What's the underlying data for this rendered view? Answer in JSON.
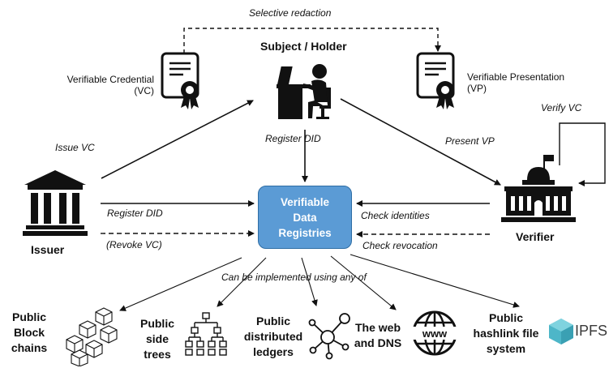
{
  "roles": {
    "holder": "Subject / Holder",
    "issuer": "Issuer",
    "verifier": "Verifier"
  },
  "credentials": {
    "vc_label": [
      "Verifiable Credential",
      "(VC)"
    ],
    "vp_label": [
      "Verifiable Presentation",
      "(VP)"
    ]
  },
  "actions": {
    "selective_redaction": "Selective redaction",
    "issue_vc": "Issue VC",
    "register_did_holder": "Register DID",
    "present_vp": "Present VP",
    "verify_vc": "Verify VC",
    "register_did_issuer": "Register DID",
    "revoke_vc": "(Revoke VC)",
    "check_identities": "Check identities",
    "check_revocation": "Check revocation",
    "implemented_using": "Can be implemented using any of"
  },
  "registry": {
    "lines": [
      "Verifiable",
      "Data",
      "Registries"
    ]
  },
  "implementations": [
    {
      "lines": [
        "Public",
        "Block",
        "chains"
      ],
      "icon": "blockchain-cubes-icon"
    },
    {
      "lines": [
        "Public",
        "side",
        "trees"
      ],
      "icon": "tree-hierarchy-icon"
    },
    {
      "lines": [
        "Public",
        "distributed",
        "ledgers"
      ],
      "icon": "network-nodes-icon"
    },
    {
      "lines": [
        "The web",
        "and DNS"
      ],
      "icon": "globe-www-icon"
    },
    {
      "lines": [
        "Public",
        "hashlink file",
        "system"
      ],
      "icon": "hash-icon"
    }
  ],
  "ipfs": {
    "label": "IPFS",
    "icon": "ipfs-cube-icon"
  },
  "colors": {
    "registry_fill": "#5b9bd5",
    "registry_border": "#2e6da4",
    "ipfs_cyan": "#4db6c8",
    "ink": "#111111"
  }
}
